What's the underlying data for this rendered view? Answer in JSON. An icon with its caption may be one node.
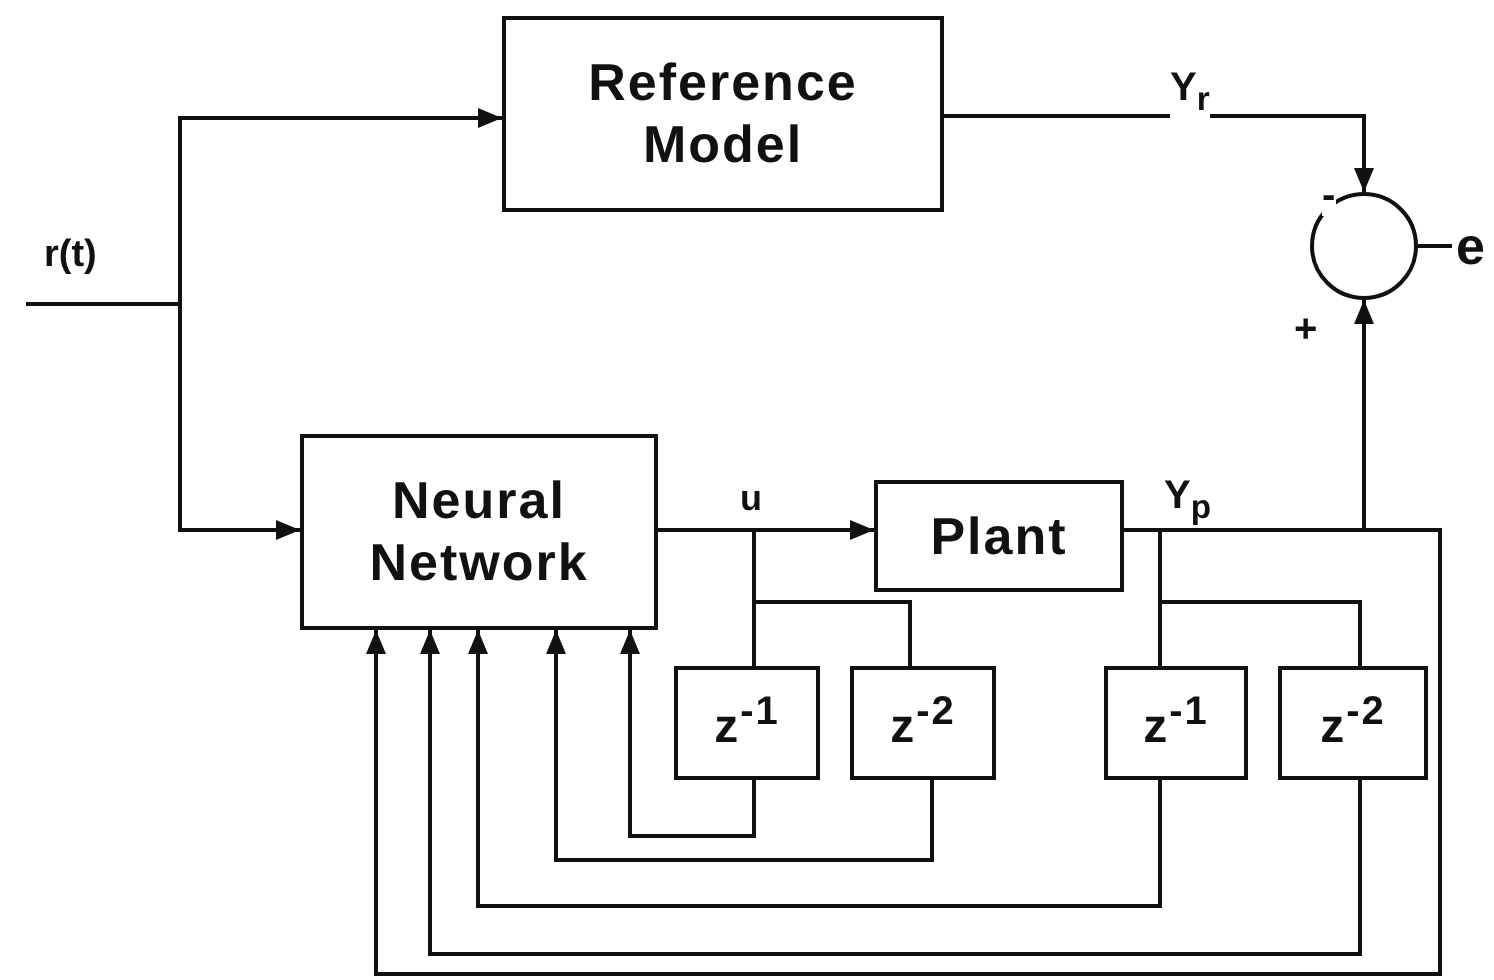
{
  "diagram": {
    "nodes": [
      {
        "text": [
          "Reference Model"
        ]
      },
      {
        "text": [],
        "shape": "circle"
      },
      {
        "text": [
          "Neural Network"
        ]
      },
      {
        "text": [
          "Plant"
        ]
      },
      {
        "text": [
          "z$^{-1}$"
        ]
      },
      {
        "text": [
          "z$^{-2}$"
        ]
      },
      {
        "text": [
          "z$^{-1}$"
        ]
      },
      {
        "text": [
          "z$^{-2}$"
        ]
      }
    ],
    "edges": [
      {
        "from": null,
        "to": 0,
        "arrow": "to"
      },
      {
        "from": null,
        "to": 2,
        "arrow": "to"
      },
      {
        "from": 0,
        "to": 1,
        "arrow": "to",
        "label": "Y$_{r}$"
      },
      {
        "from": 1,
        "to": null,
        "arrow": "none",
        "label": "e"
      },
      {
        "from": 2,
        "to": 3,
        "arrow": "to",
        "label": "u"
      },
      {
        "from": 2,
        "to": 4,
        "arrow": "none"
      },
      {
        "from": 2,
        "to": 5,
        "arrow": "none"
      },
      {
        "from": 4,
        "to": 2,
        "arrow": "to"
      },
      {
        "from": 5,
        "to": 2,
        "arrow": "to"
      },
      {
        "from": 3,
        "to": 1,
        "arrow": "to",
        "label": "Y$_{p}$"
      },
      {
        "from": 3,
        "to": 6,
        "arrow": "none"
      },
      {
        "from": 3,
        "to": 7,
        "arrow": "none"
      },
      {
        "from": 6,
        "to": 2,
        "arrow": "to"
      },
      {
        "from": 7,
        "to": 2,
        "arrow": "to"
      },
      {
        "from": 3,
        "to": 2,
        "arrow": "to"
      }
    ],
    "labels": [
      "r(t)",
      "-",
      "+"
    ]
  }
}
